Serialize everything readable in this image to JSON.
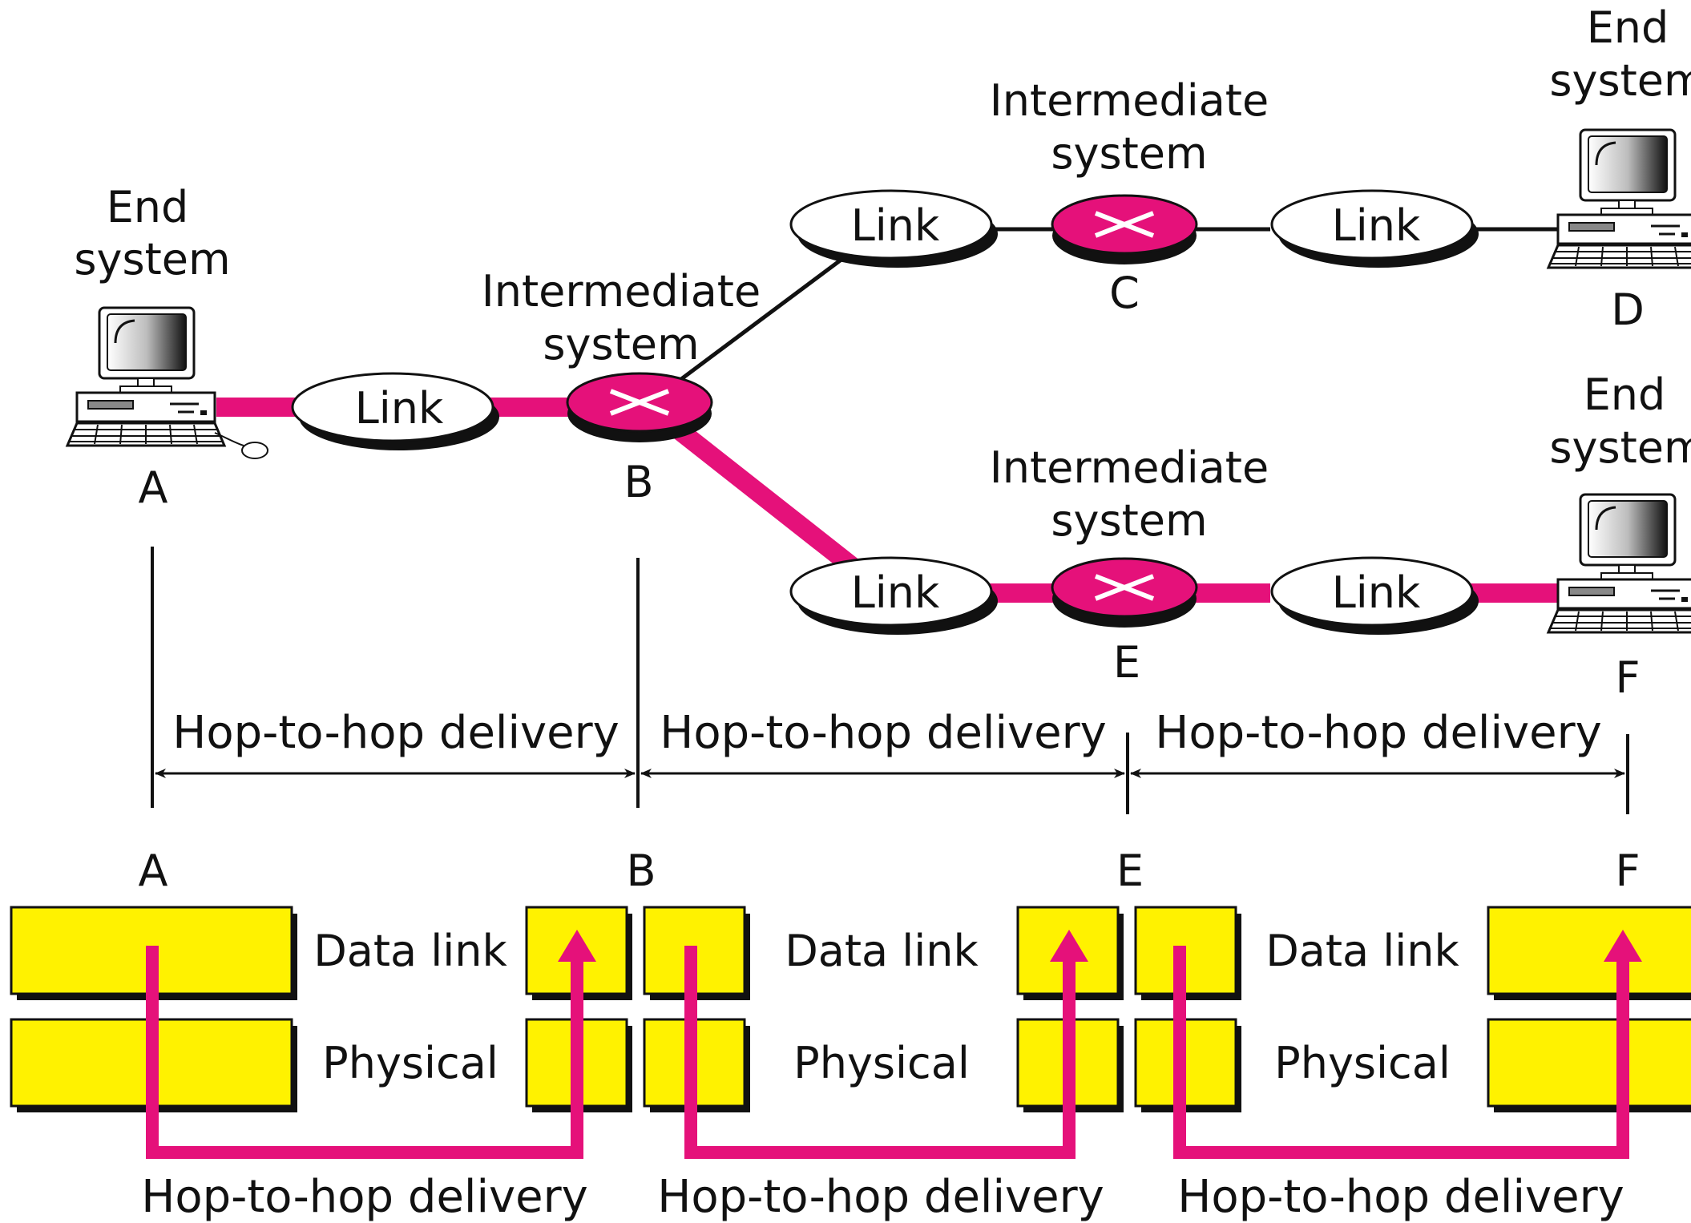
{
  "colors": {
    "accent": "#e5117a",
    "layer_fill": "#fff200",
    "outline": "#111111",
    "background": "#ffffff"
  },
  "nodes": {
    "A": {
      "letter": "A",
      "title1": "End",
      "title2": "system",
      "icon": "computer-icon"
    },
    "B": {
      "letter": "B",
      "title1": "Intermediate",
      "title2": "system",
      "icon": "router-icon"
    },
    "C": {
      "letter": "C",
      "title1": "Intermediate",
      "title2": "system",
      "icon": "router-icon"
    },
    "D": {
      "letter": "D",
      "title1": "End",
      "title2": "system",
      "icon": "computer-icon"
    },
    "E": {
      "letter": "E",
      "title1": "Intermediate",
      "title2": "system",
      "icon": "router-icon"
    },
    "F": {
      "letter": "F",
      "title1": "End",
      "title2": "system",
      "icon": "computer-icon"
    }
  },
  "link_label": "Link",
  "hop_label": "Hop-to-hop delivery",
  "layers": {
    "data_link": "Data link",
    "physical": "Physical"
  },
  "stack_letters": [
    "A",
    "B",
    "E",
    "F"
  ]
}
